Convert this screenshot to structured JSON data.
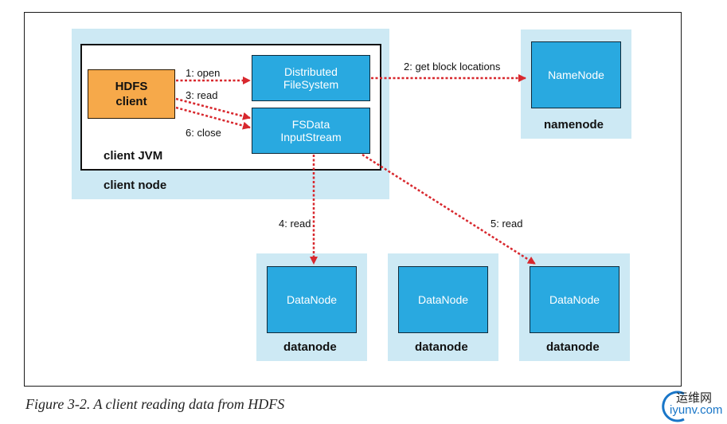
{
  "client_node": {
    "label": "client node"
  },
  "client_jvm": {
    "label": "client JVM"
  },
  "hdfs_client": {
    "line1": "HDFS",
    "line2": "client"
  },
  "distributed_fs": {
    "line1": "Distributed",
    "line2": "FileSystem"
  },
  "fsdata_stream": {
    "line1": "FSData",
    "line2": "InputStream"
  },
  "namenode": {
    "box_label": "NameNode",
    "node_label": "namenode"
  },
  "datanodes": [
    {
      "box_label": "DataNode",
      "node_label": "datanode"
    },
    {
      "box_label": "DataNode",
      "node_label": "datanode"
    },
    {
      "box_label": "DataNode",
      "node_label": "datanode"
    }
  ],
  "arrows": {
    "open": "1: open",
    "get_block_locations": "2: get block locations",
    "read_client": "3: read",
    "read_datanode_1": "4: read",
    "read_datanode_2": "5: read",
    "close": "6: close"
  },
  "caption": "Figure 3-2. A client reading data from HDFS",
  "watermark": {
    "chinese": "运维网",
    "domain": "iyunv.com"
  },
  "colors": {
    "pale_blue": "#cde9f4",
    "node_blue": "#29a9e0",
    "client_orange": "#f6a94a",
    "arrow_red": "#d8282e"
  }
}
